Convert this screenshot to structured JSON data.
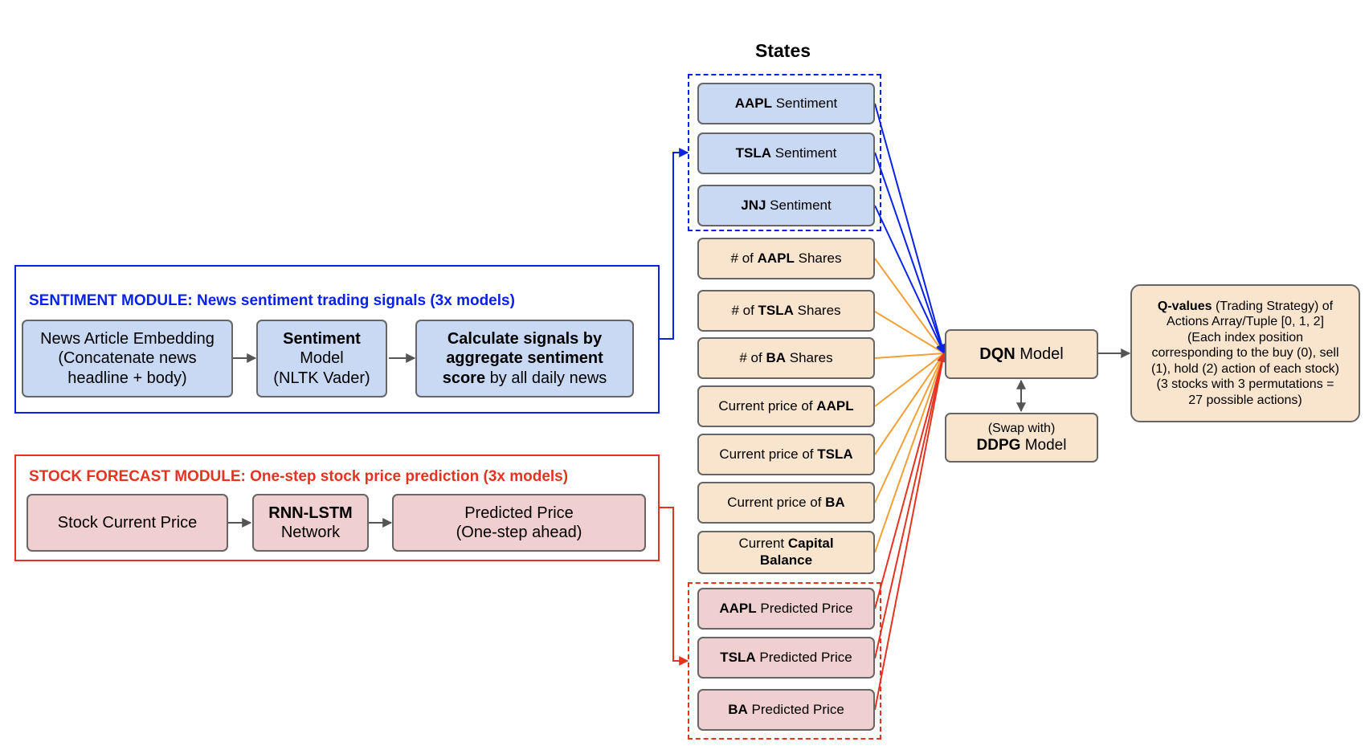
{
  "states_title": "States",
  "sentiment_module": {
    "title": "SENTIMENT MODULE: News sentiment trading signals (3x models)",
    "color": "#0a22e6",
    "embedding": {
      "line1": "News Article Embedding",
      "line2": "(Concatenate news",
      "line3": "headline + body)"
    },
    "model": {
      "bold": "Sentiment",
      "line2": "Model",
      "line3": "(NLTK Vader)"
    },
    "signals": {
      "line1": "Calculate signals by",
      "line2": "aggregate sentiment",
      "line3_bold": "score",
      "line3_rest": " by all daily news"
    }
  },
  "forecast_module": {
    "title": "STOCK FORECAST MODULE: One-step stock price prediction (3x models)",
    "color": "#e53322",
    "current_price": "Stock Current Price",
    "network": {
      "bold": "RNN-LSTM",
      "line2": "Network"
    },
    "predicted": {
      "line1": "Predicted Price",
      "line2": "(One-step ahead)"
    }
  },
  "states": {
    "sentiment": [
      {
        "bold": "AAPL",
        "rest": " Sentiment"
      },
      {
        "bold": "TSLA",
        "rest": " Sentiment"
      },
      {
        "bold": "JNJ",
        "rest": " Sentiment"
      }
    ],
    "shares": [
      {
        "pre": "# of ",
        "bold": "AAPL",
        "rest": " Shares"
      },
      {
        "pre": "# of ",
        "bold": "TSLA",
        "rest": " Shares"
      },
      {
        "pre": "# of ",
        "bold": "BA",
        "rest": " Shares"
      }
    ],
    "prices": [
      {
        "pre": "Current price of ",
        "bold": "AAPL"
      },
      {
        "pre": "Current price of ",
        "bold": "TSLA"
      },
      {
        "pre": "Current price of ",
        "bold": "BA"
      }
    ],
    "capital": {
      "pre": "Current ",
      "bold": "Capital",
      "line2_bold": "Balance"
    },
    "predicted": [
      {
        "bold": "AAPL",
        "rest": " Predicted Price"
      },
      {
        "bold": "TSLA",
        "rest": " Predicted Price"
      },
      {
        "bold": "BA",
        "rest": " Predicted Price"
      }
    ]
  },
  "dqn": {
    "bold": "DQN",
    "rest": " Model"
  },
  "ddpg": {
    "line1": "(Swap with)",
    "bold": "DDPG",
    "rest": " Model"
  },
  "qvalues": {
    "bold": "Q-values",
    "rest": " (Trading Strategy) of",
    "lines": [
      "Actions Array/Tuple [0, 1, 2]",
      "(Each index position",
      "corresponding to the buy (0), sell",
      "(1), hold (2) action of each stock)",
      "(3 stocks with 3 permutations =",
      "27 possible actions)"
    ]
  },
  "colors": {
    "sentiment_line": "#0a22e6",
    "forecast_line": "#e53322",
    "state_line": "#f2a035",
    "neutral_arrow": "#555555",
    "blue_box": "#c9d9f3",
    "pink_box": "#efcfcf",
    "tan_box": "#f9e5ce"
  }
}
